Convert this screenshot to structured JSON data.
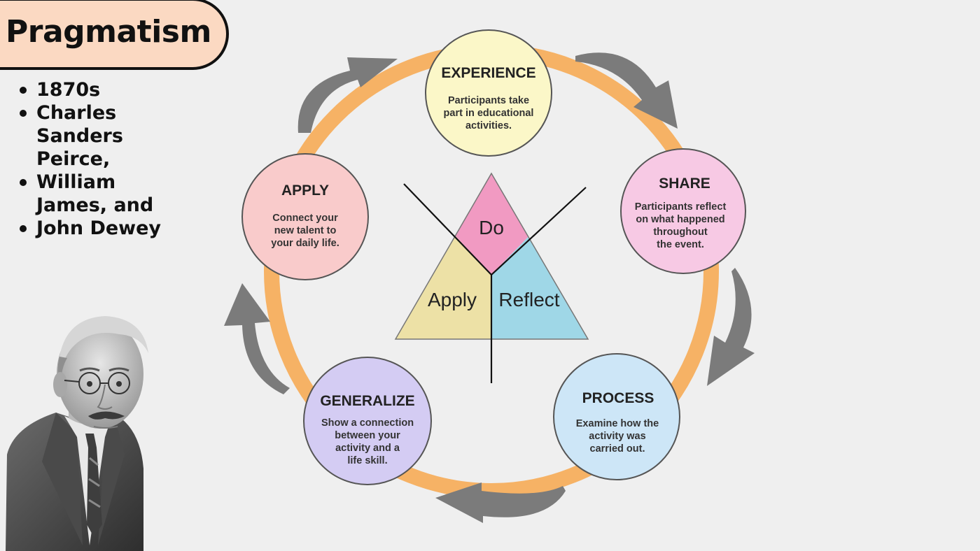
{
  "title": "Pragmatism",
  "bullets": [
    {
      "lines": [
        "1870s"
      ]
    },
    {
      "lines": [
        "Charles",
        "Sanders",
        "Peirce,"
      ]
    },
    {
      "lines": [
        "William",
        "James, and"
      ]
    },
    {
      "lines": [
        "John Dewey"
      ]
    }
  ],
  "cycle": {
    "experience": {
      "title": "EXPERIENCE",
      "desc": [
        "Participants take",
        "part in educational",
        "activities."
      ],
      "color": "#fbf7c8"
    },
    "share": {
      "title": "SHARE",
      "desc": [
        "Participants reflect",
        "on what happened",
        "throughout",
        "the event."
      ],
      "color": "#f7c9e4"
    },
    "process": {
      "title": "PROCESS",
      "desc": [
        "Examine how the",
        "activity was",
        "carried out."
      ],
      "color": "#cde6f7"
    },
    "generalize": {
      "title": "GENERALIZE",
      "desc": [
        "Show a connection",
        "between your",
        "activity and a",
        "life skill."
      ],
      "color": "#d4ccf3"
    },
    "apply": {
      "title": "APPLY",
      "desc": [
        "Connect your",
        "new talent to",
        "your daily life."
      ],
      "color": "#f9cbcb"
    }
  },
  "triangle": {
    "do": {
      "label": "Do",
      "color": "#f19ac2"
    },
    "apply": {
      "label": "Apply",
      "color": "#ede1a6"
    },
    "reflect": {
      "label": "Reflect",
      "color": "#9fd7e7"
    }
  },
  "colors": {
    "ring": "#f6b265",
    "arrow": "#7b7b7b",
    "background": "#efefef",
    "title_pill": "#fbd9c2"
  }
}
